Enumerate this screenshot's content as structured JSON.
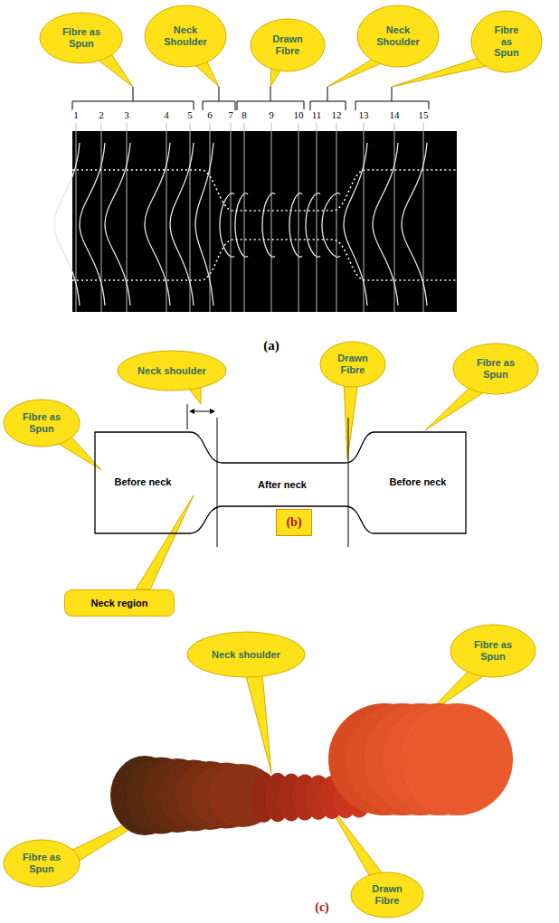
{
  "diagram": {
    "nodes": [
      {
        "text": [
          "Fibre as Spun"
        ]
      },
      {
        "text": [
          "Neck Shoulder"
        ]
      },
      {
        "text": [
          "Drawn Fibre"
        ]
      },
      {
        "text": [
          "Neck Shoulder"
        ]
      },
      {
        "text": [
          "Fibre as Spun"
        ]
      },
      {
        "text": [
          "Neck shoulder"
        ]
      },
      {
        "text": [
          "Drawn Fibre"
        ]
      },
      {
        "text": [
          "Fibre as Spun"
        ]
      },
      {
        "text": [
          "Fibre as Spun"
        ]
      },
      {
        "text": [
          "(b)"
        ]
      },
      {
        "text": [
          "Neck region"
        ]
      },
      {
        "text": [
          "Neck shoulder"
        ]
      },
      {
        "text": [
          "Fibre as Spun"
        ]
      },
      {
        "text": [
          "Fibre as Spun"
        ]
      },
      {
        "text": [
          "Drawn Fibre"
        ]
      }
    ],
    "labels": [
      "1",
      "2",
      "3",
      "4",
      "5",
      "6",
      "7",
      "8",
      "9",
      "10",
      "11",
      "12",
      "13",
      "14",
      "15",
      "(a)",
      "Before neck",
      "After neck",
      "Before neck",
      "(c)"
    ]
  }
}
